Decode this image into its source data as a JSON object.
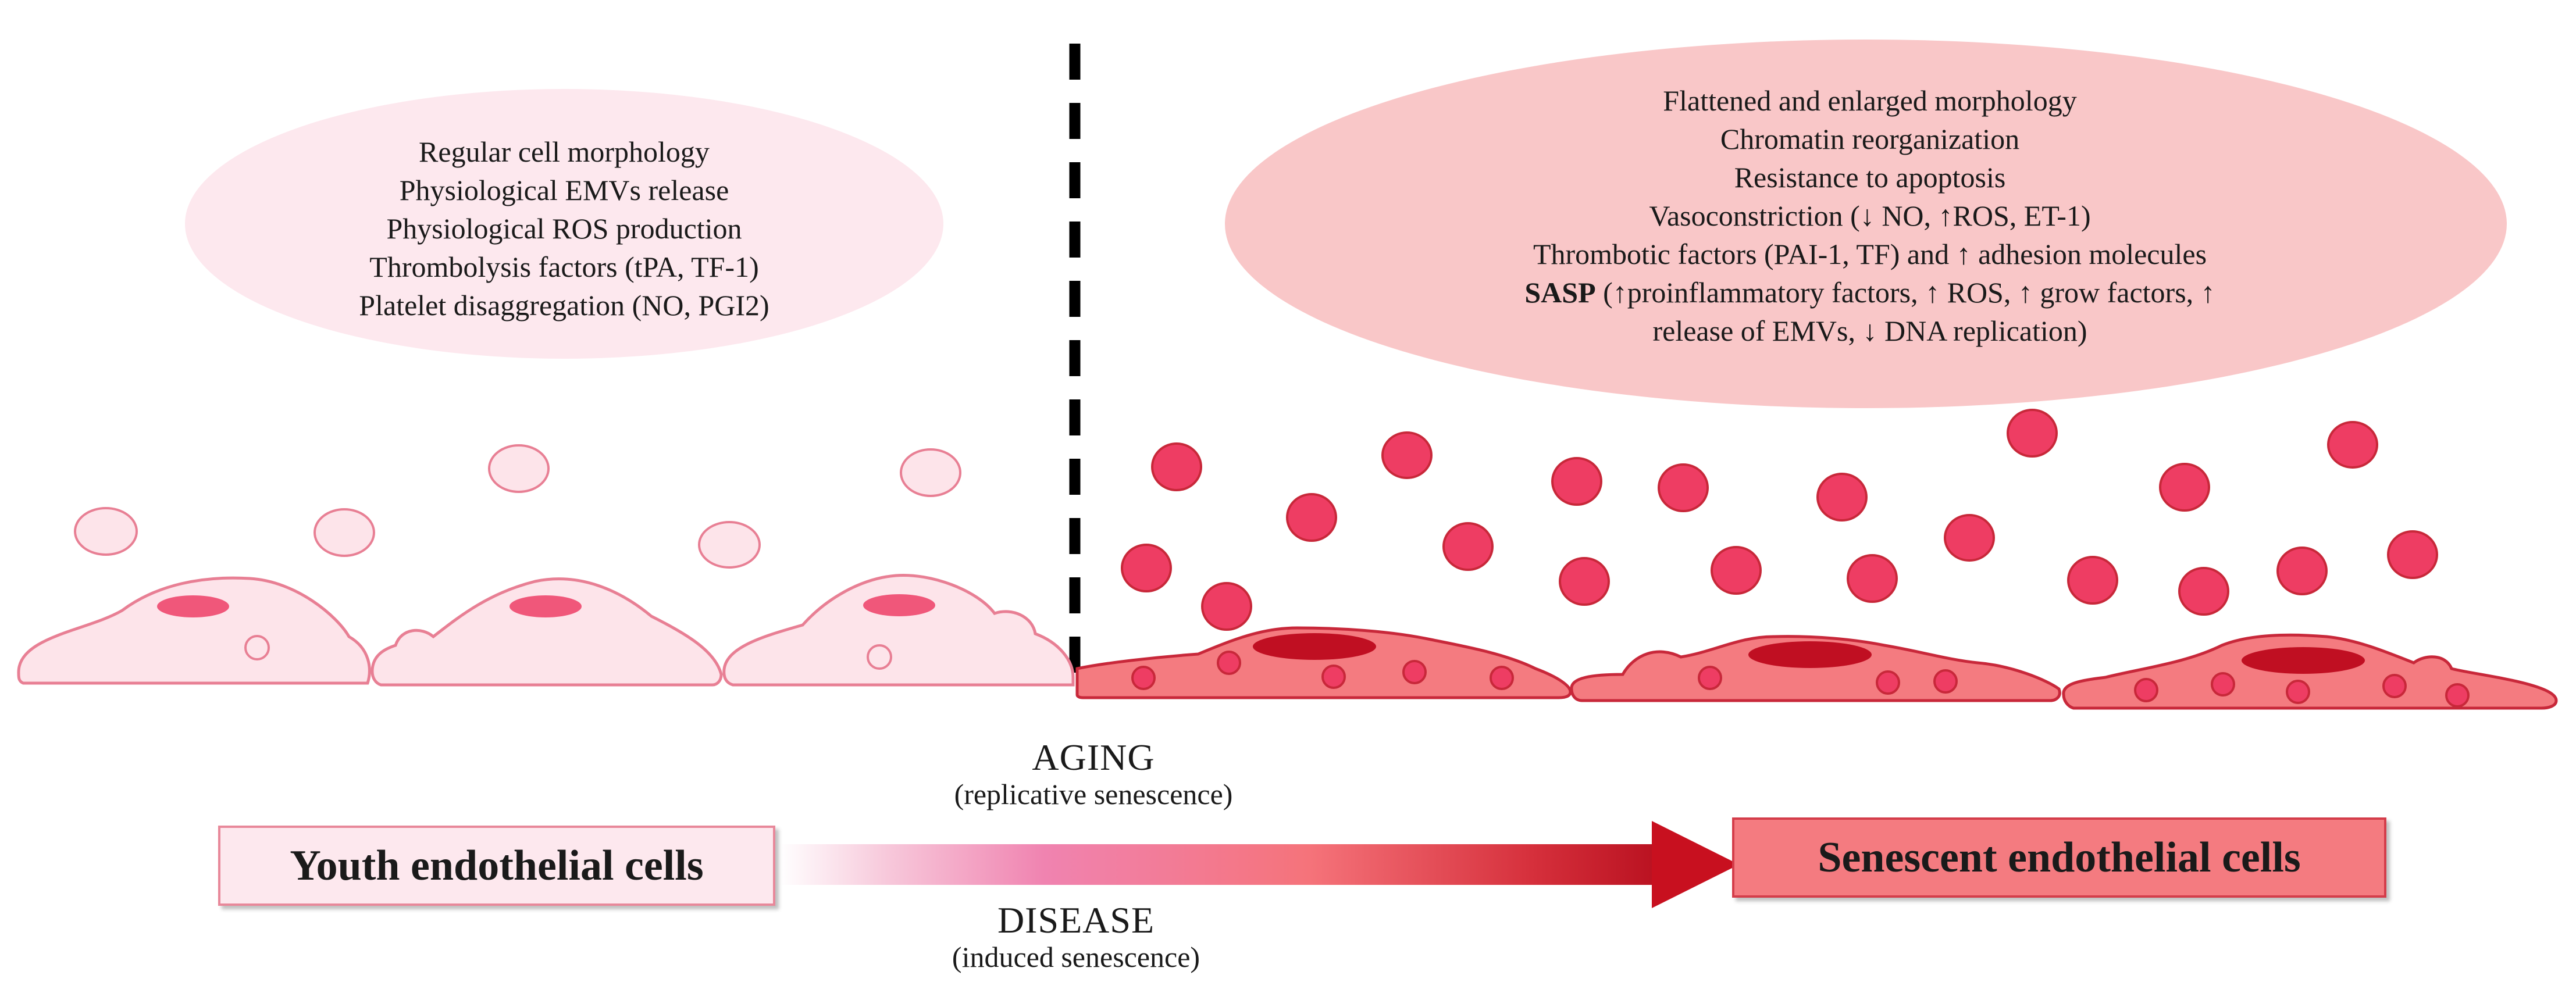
{
  "youth": {
    "features": [
      "Regular cell morphology",
      "Physiological EMVs release",
      "Physiological ROS production",
      "Thrombolysis factors (tPA, TF-1)",
      "Platelet disaggregation (NO, PGI2)"
    ],
    "box_label": "Youth endothelial cells"
  },
  "senescent": {
    "features": [
      "Flattened and enlarged morphology",
      "Chromatin reorganization",
      "Resistance to apoptosis",
      "Vasoconstriction (↓ NO, ↑ROS, ET-1)",
      "Thrombotic factors (PAI-1, TF) and ↑ adhesion molecules"
    ],
    "sasp_bold": "SASP",
    "sasp_rest": " (↑proinflammatory factors, ↑ ROS, ↑ grow factors, ↑",
    "sasp_line2": "release of EMVs, ↓ DNA replication)",
    "box_label": "Senescent endothelial cells"
  },
  "arrow": {
    "top_label": "AGING",
    "top_sub": "(replicative senescence)",
    "bottom_label": "DISEASE",
    "bottom_sub": "(induced senescence)"
  },
  "colors": {
    "youth_fill": "#fde4ea",
    "youth_stroke": "#e87f94",
    "youth_nucleus": "#f0577a",
    "senescent_fill": "#f47b80",
    "senescent_stroke": "#c8283a",
    "senescent_nucleus": "#c00f22",
    "emv_young": "#fde4ea",
    "emv_senescent": "#ee3d63",
    "divider": "#000000"
  }
}
